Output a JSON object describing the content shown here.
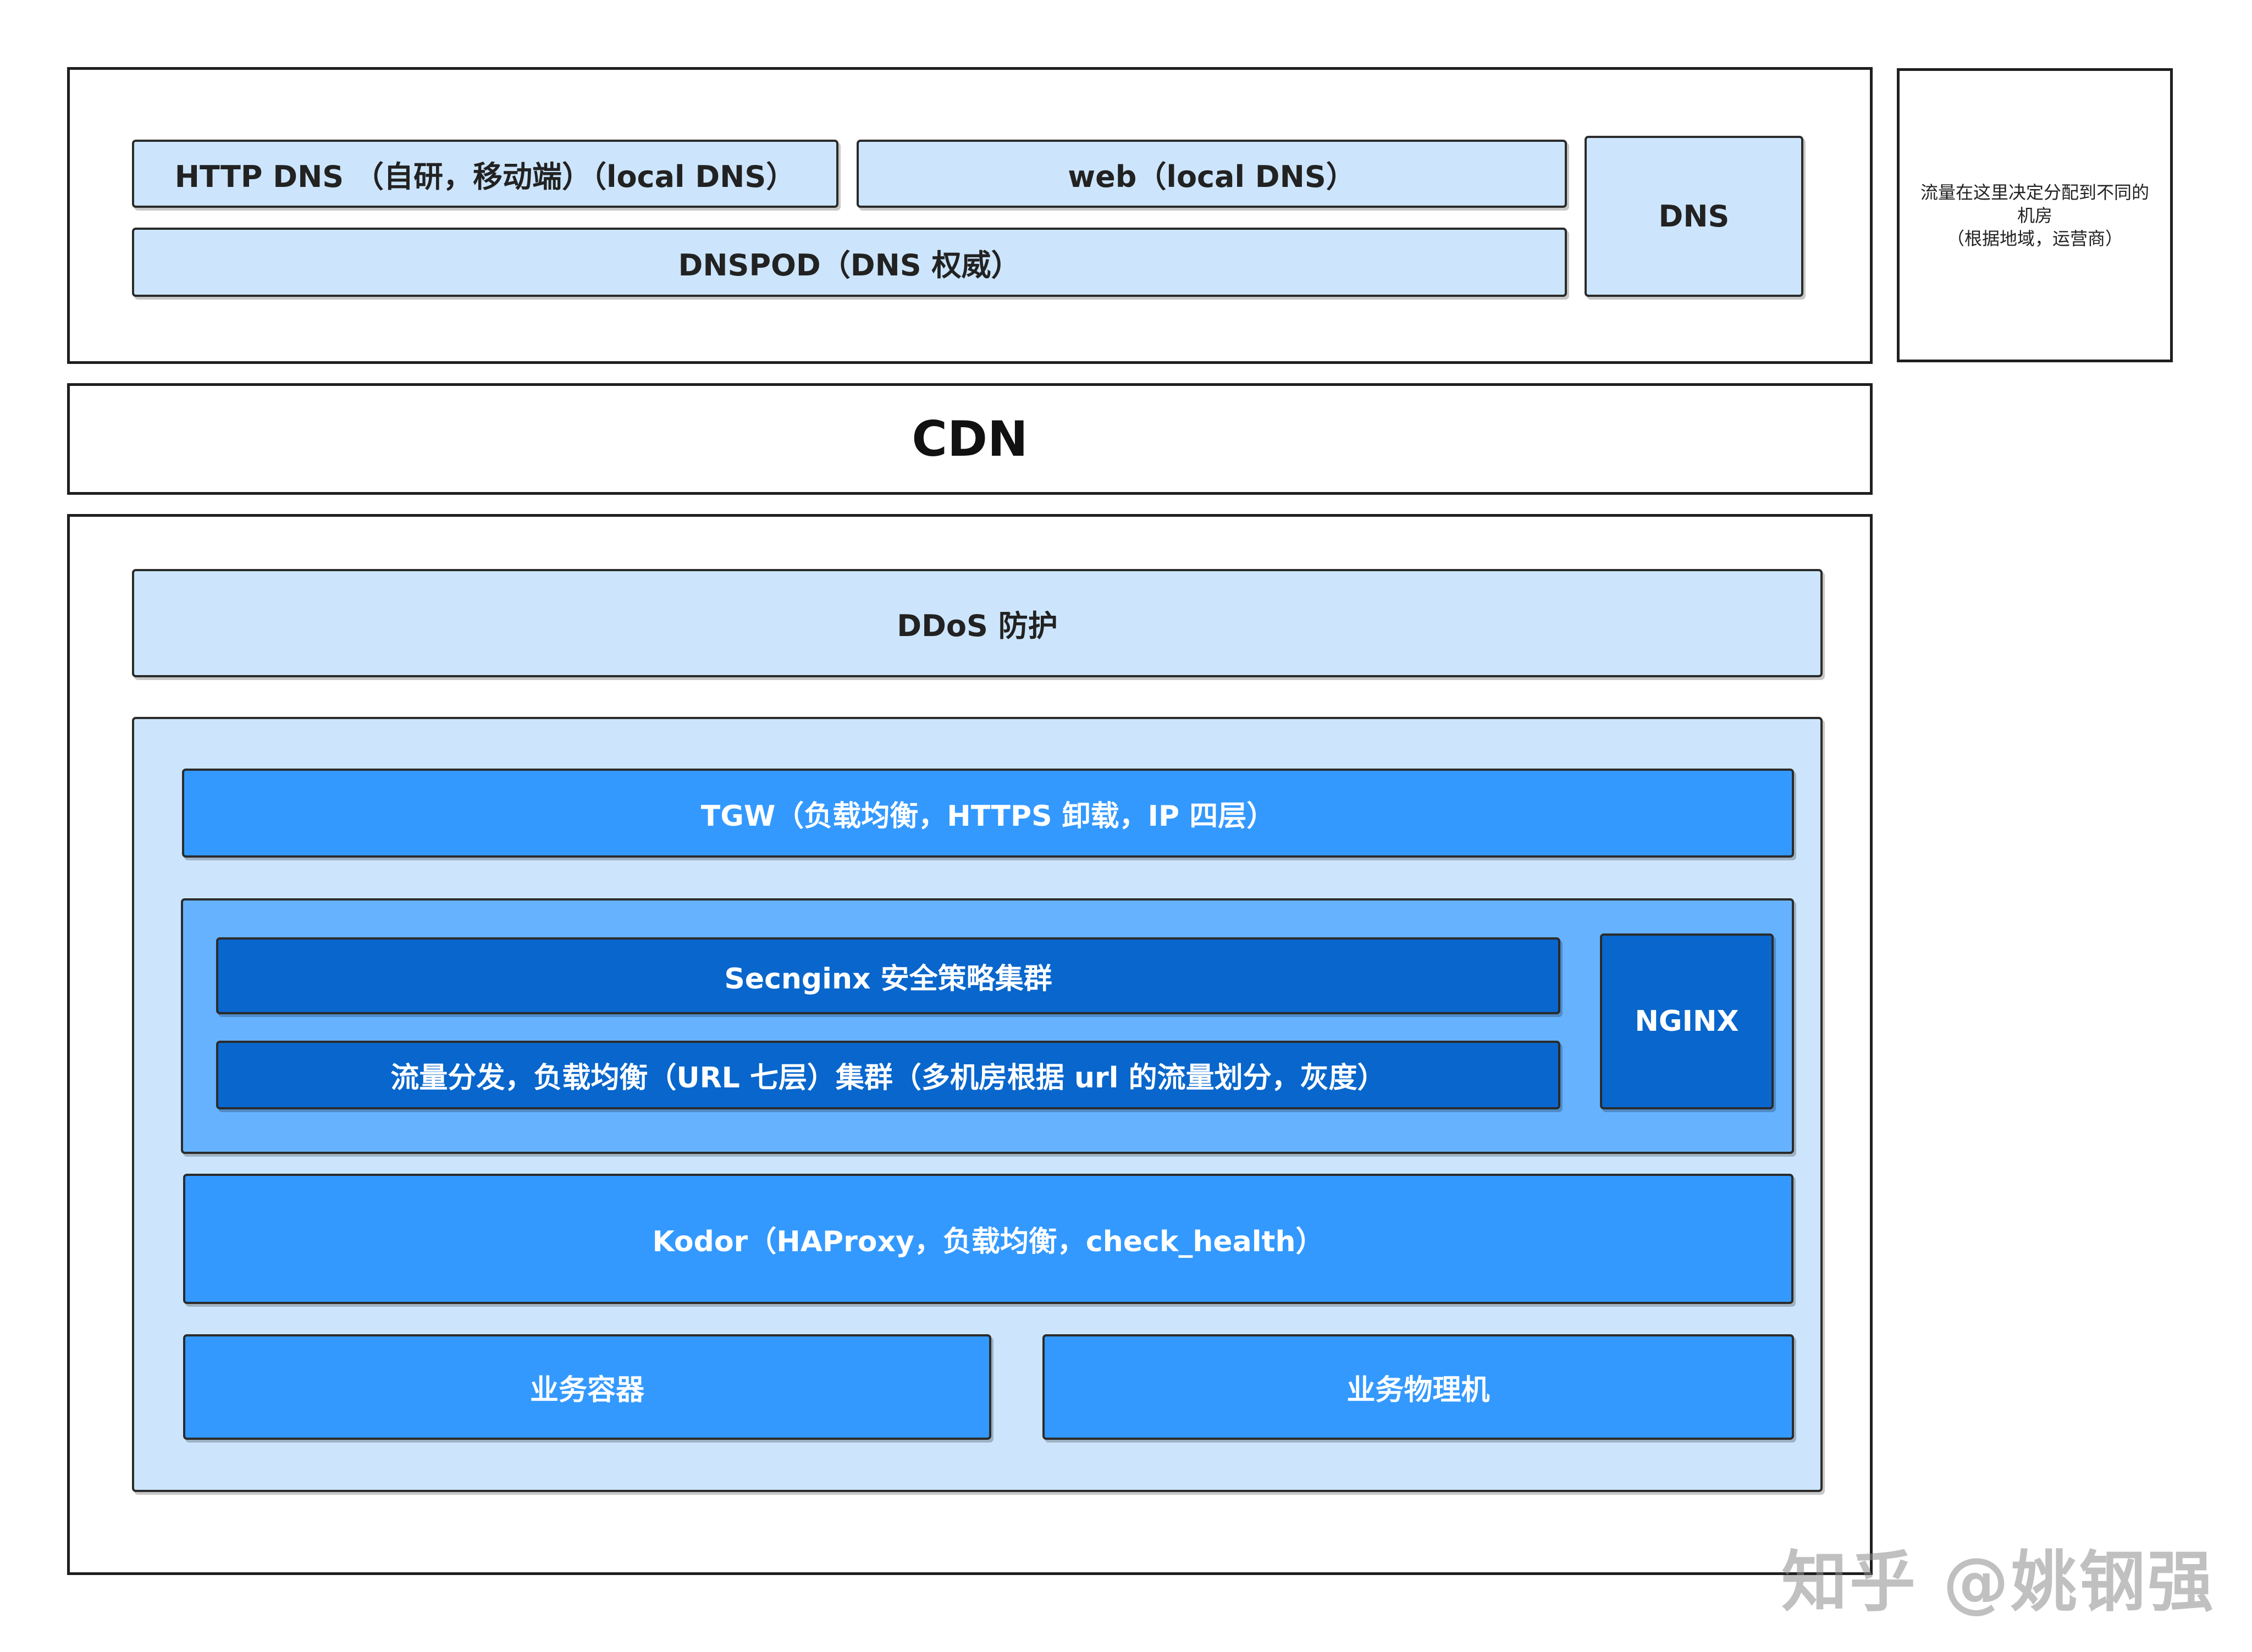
{
  "dns_layer": {
    "http_dns": "HTTP DNS （自研，移动端）（local DNS）",
    "web": "web（local DNS）",
    "dnspod": "DNSPOD（DNS 权威）",
    "dns": "DNS"
  },
  "note": {
    "line1": "流量在这里决定分配到不同的",
    "line2": "机房",
    "line3": "（根据地域，运营商）"
  },
  "cdn": "CDN",
  "ddos": "DDoS 防护",
  "tgw": "TGW（负载均衡，HTTPS 卸载，IP 四层）",
  "secnginx": "Secnginx 安全策略集群",
  "traffic": "流量分发，负载均衡（URL 七层）集群（多机房根据 url 的流量划分，灰度）",
  "nginx": "NGINX",
  "kodor": "Kodor（HAProxy，负载均衡，check_health）",
  "biz_container": "业务容器",
  "biz_physical": "业务物理机",
  "watermark": "知乎 @姚钢强"
}
